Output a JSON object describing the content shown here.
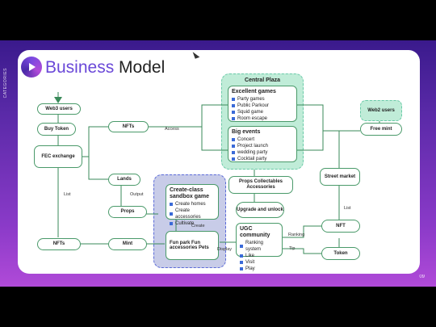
{
  "slide": {
    "side_label": "CATEGORIES",
    "page_number": "09",
    "title_highlight": "Business",
    "title_rest": " Model"
  },
  "nodes": {
    "web3_users": "Web3 users",
    "buy_token": "Buy Token",
    "fec_exchange": "FEC exchange",
    "nfts_top": "NFTs",
    "lands": "Lands",
    "props": "Props",
    "nfts_bottom": "NFTs",
    "mint": "Mint",
    "web2_users": "Web2 users",
    "free_mint": "Free mint",
    "street_market": "Street market",
    "nft": "NFT",
    "token": "Token",
    "props_collectables": "Props Collectables Accessories",
    "upgrade_unlock": "Upgrade and unlock"
  },
  "central_plaza": {
    "title": "Central Plaza",
    "excellent_games": {
      "title": "Excellent games",
      "items": [
        "Party games",
        "Public Parkour",
        "Squid game",
        "Room escape"
      ]
    },
    "big_events": {
      "title": "Big events",
      "items": [
        "Concert",
        "Project launch",
        "wedding party",
        "Cocktail party"
      ]
    }
  },
  "sandbox": {
    "title": "Create-class sandbox game",
    "items": [
      "Create homes",
      "Create accessories",
      "Cultivate"
    ],
    "fun_box": "Fun park Fun accessories Pets"
  },
  "ugc": {
    "title": "UGC community",
    "items": [
      "Ranking system",
      "Like",
      "Visit",
      "Play"
    ]
  },
  "edge_labels": {
    "access": "Access",
    "list_left": "List",
    "output": "Output",
    "create": "Create",
    "display": "Display",
    "ranking": "Ranking",
    "tip": "Tip",
    "list_right": "List"
  }
}
